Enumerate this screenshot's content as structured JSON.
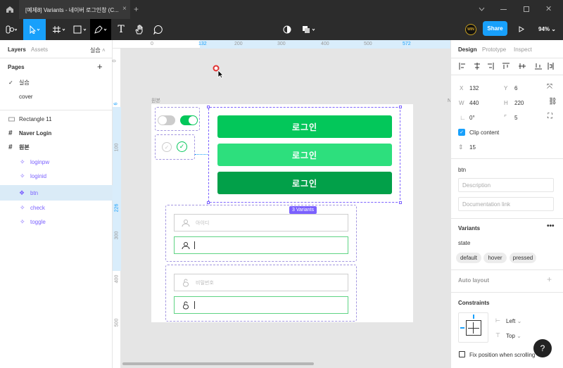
{
  "window": {
    "tab_title": "[예제8] Variants - 네이버 로그인창 (C...",
    "new_tab": "+"
  },
  "toolbar": {
    "share_label": "Share",
    "zoom_label": "94%",
    "avatar_text": "WIN"
  },
  "left_panel": {
    "tabs": [
      "Layers",
      "Assets"
    ],
    "page_selector": "실습",
    "pages_title": "Pages",
    "pages": [
      "실습",
      "cover"
    ],
    "layers": [
      {
        "name": "Rectangle 11",
        "type": "rect"
      },
      {
        "name": "Naver Login",
        "type": "frame"
      },
      {
        "name": "원본",
        "type": "frame"
      },
      {
        "name": "loginpw",
        "type": "component"
      },
      {
        "name": "loginid",
        "type": "component"
      },
      {
        "name": "btn",
        "type": "component-set",
        "selected": true
      },
      {
        "name": "check",
        "type": "component"
      },
      {
        "name": "toggle",
        "type": "component"
      }
    ]
  },
  "rulers": {
    "top": [
      "0",
      "132",
      "200",
      "300",
      "400",
      "500",
      "572"
    ],
    "left": [
      "0",
      "6",
      "100",
      "226",
      "300",
      "400",
      "500"
    ]
  },
  "canvas": {
    "frame_label": "원본",
    "right_frame_label": "N",
    "login_buttons": [
      "로그인",
      "로그인",
      "로그인"
    ],
    "variants_badge": "3 Variants",
    "id_placeholder": "아이디",
    "pw_placeholder": "비밀번호"
  },
  "right_panel": {
    "tabs": [
      "Design",
      "Prototype",
      "Inspect"
    ],
    "x_label": "X",
    "x_value": "132",
    "y_label": "Y",
    "y_value": "6",
    "w_label": "W",
    "w_value": "440",
    "h_label": "H",
    "h_value": "220",
    "rotation_value": "0°",
    "radius_value": "5",
    "clip_content_label": "Clip content",
    "spacing_value": "15",
    "component_name": "btn",
    "description_placeholder": "Description",
    "doc_link_placeholder": "Documentation link",
    "variants_title": "Variants",
    "property_name": "state",
    "variant_values": [
      "default",
      "hover",
      "pressed"
    ],
    "auto_layout_title": "Auto layout",
    "constraints_title": "Constraints",
    "constraint_h": "Left",
    "constraint_v": "Top",
    "fix_position_label": "Fix position when scrolling",
    "help_label": "?"
  },
  "colors": {
    "accent": "#18a0fb",
    "button_default": "#03c75a",
    "button_hover": "#2ddf7d",
    "button_pressed": "#02a049",
    "variant_purple": "#7b61ff"
  }
}
